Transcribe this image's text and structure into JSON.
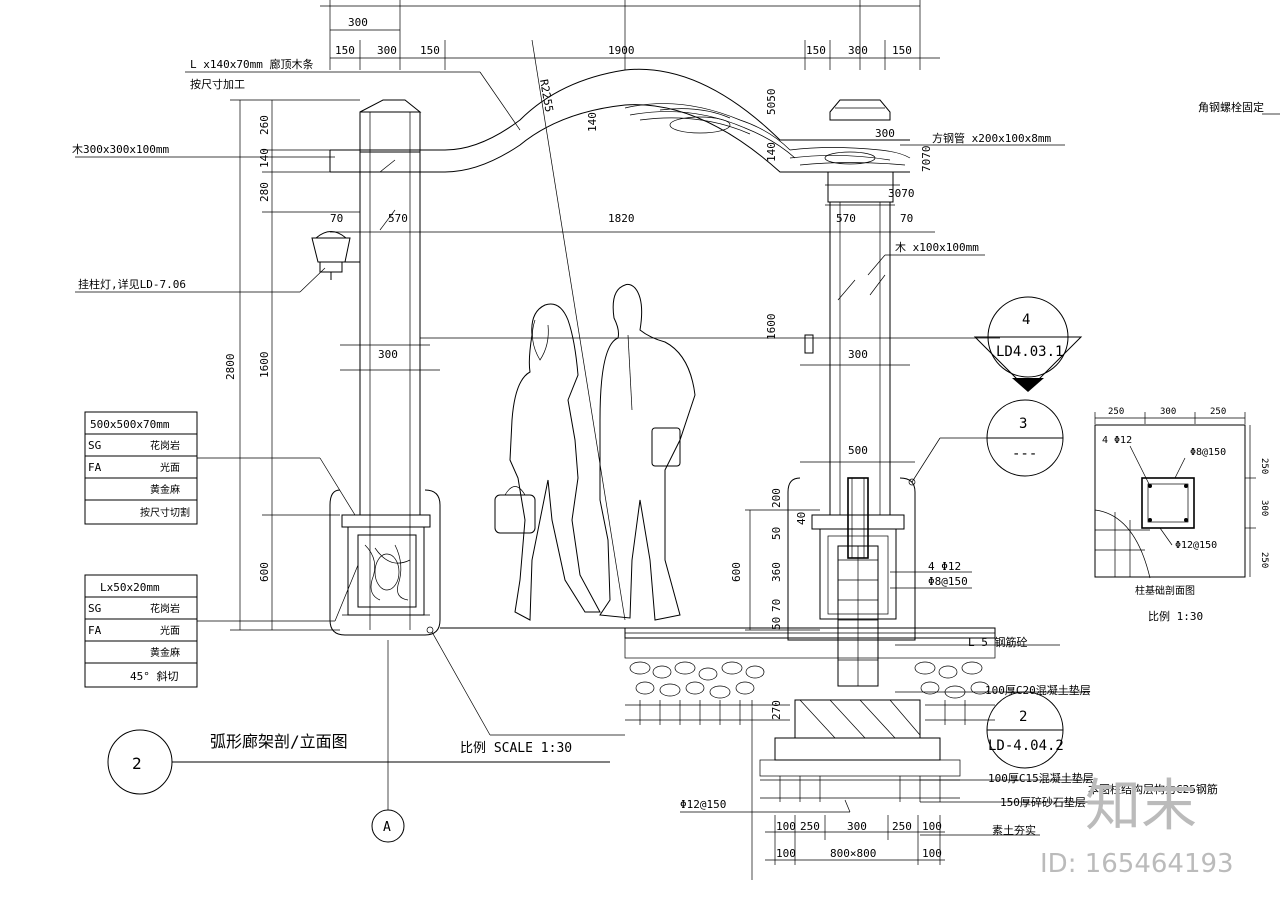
{
  "drawing": {
    "title": "弧形廊架剖/立面图",
    "scale": "比例 SCALE 1:30",
    "section_no": "2",
    "axis_label": "A"
  },
  "top_dims": [
    "300",
    "150",
    "300",
    "150",
    "1900",
    "150",
    "300",
    "150"
  ],
  "radius_label": "R2255",
  "left_vertical_dims": [
    "260",
    "140",
    "280",
    "2800",
    "1600",
    "600"
  ],
  "mid_dims": [
    "570",
    "1820",
    "570",
    "300",
    "300",
    "70",
    "70",
    "300",
    "500"
  ],
  "beam_dims": [
    "140",
    "5050",
    "140",
    "7070",
    "3070",
    "1600"
  ],
  "pier_dims": [
    "200",
    "40",
    "50",
    "360",
    "600",
    "70",
    "50",
    "270"
  ],
  "callouts": {
    "beam": "L x140x70mm 廊顶木条",
    "beam_sub": "按尺寸加工",
    "wood_cap": "木300x300x100mm",
    "lamp": "挂柱灯,详见LD-7.06",
    "steel_pipe": "方钢管 x200x100x8mm",
    "wood_post": "木 x100x100mm",
    "rebar_1": "4 Φ12",
    "rebar_2": "Φ8@150",
    "layer_1": "L 5 钢筋砼",
    "layer_2": "100厚C20混凝土垫层",
    "layer_3": "100厚C15混凝土垫层",
    "layer_4": "150厚碎砂石垫层",
    "layer_5": "素土夯实",
    "layer_6": "本图柱结构层构为C25钢筋",
    "bottom_rebar": "Φ12@150",
    "angle_bolt": "角钢螺栓固定"
  },
  "spec_table_1": {
    "header": "500x500x70mm",
    "rows": [
      {
        "code": "SG",
        "text": "花岗岩"
      },
      {
        "code": "FA",
        "text": "光面"
      },
      {
        "code": "",
        "text": "黄金麻"
      },
      {
        "code": "",
        "text": "按尺寸切割"
      }
    ]
  },
  "spec_table_2": {
    "header": "Lx50x20mm",
    "rows": [
      {
        "code": "SG",
        "text": "花岗岩"
      },
      {
        "code": "FA",
        "text": "光面"
      },
      {
        "code": "",
        "text": "黄金麻"
      },
      {
        "code": "",
        "text": "45° 斜切"
      }
    ]
  },
  "detail_refs": [
    {
      "num": "4",
      "ref": "LD4.03.1"
    },
    {
      "num": "3",
      "ref": "---"
    },
    {
      "num": "2",
      "ref": "LD-4.04.2"
    }
  ],
  "foundation_plan": {
    "dims_top": [
      "250",
      "300",
      "250"
    ],
    "dims_side": [
      "250",
      "300",
      "250"
    ],
    "rebar_a": "4 Φ12",
    "rebar_b": "Φ8@150",
    "rebar_c": "Φ12@150",
    "title": "柱基础剖面图",
    "scale": "比例 1:30"
  },
  "bottom_dims": [
    "100",
    "250",
    "300",
    "250",
    "100",
    "100",
    "800×800",
    "100"
  ],
  "watermark": {
    "logo": "知末",
    "id": "ID: 165464193"
  }
}
